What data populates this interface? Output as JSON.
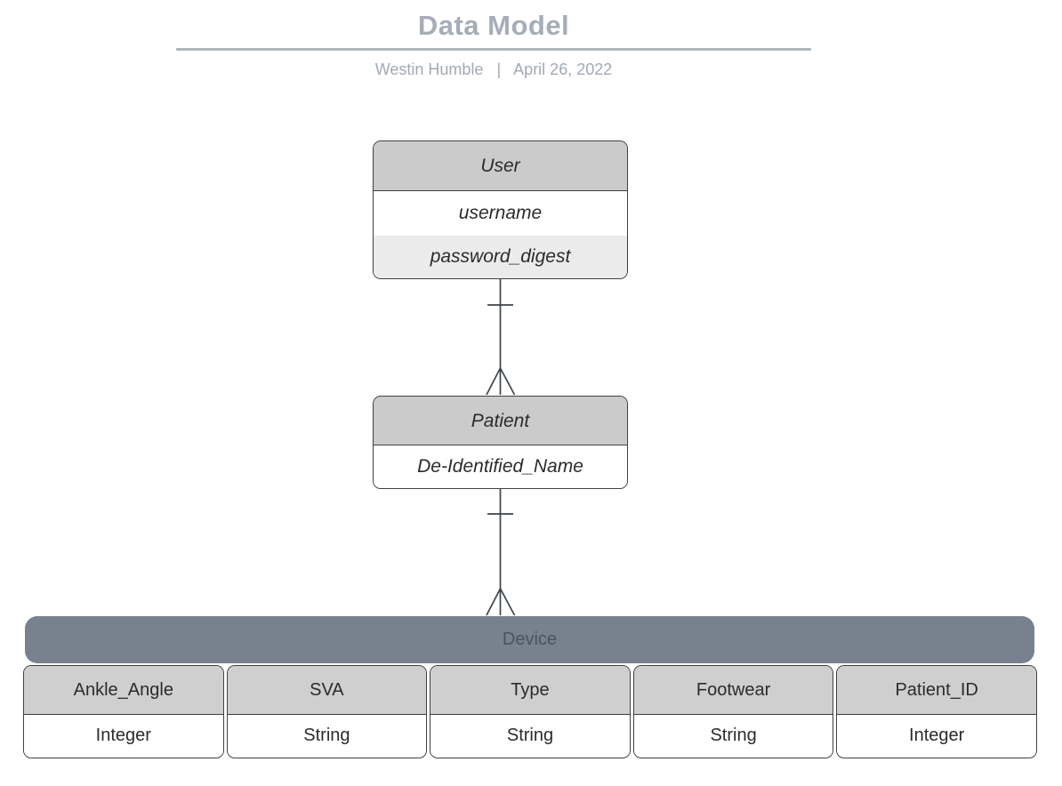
{
  "header": {
    "title": "Data Model",
    "byline": {
      "author": "Westin Humble",
      "separator": "|",
      "date": "April 26, 2022"
    }
  },
  "entities": {
    "user": {
      "title": "User",
      "fields": [
        {
          "name": "username"
        },
        {
          "name": "password_digest"
        }
      ]
    },
    "patient": {
      "title": "Patient",
      "fields": [
        {
          "name": "De-Identified_Name"
        }
      ]
    },
    "device": {
      "title": "Device",
      "columns": [
        {
          "name": "Ankle_Angle",
          "type": "Integer"
        },
        {
          "name": "SVA",
          "type": "String"
        },
        {
          "name": "Type",
          "type": "String"
        },
        {
          "name": "Footwear",
          "type": "String"
        },
        {
          "name": "Patient_ID",
          "type": "Integer"
        }
      ]
    }
  },
  "relationships": [
    {
      "from": "User",
      "to": "Patient",
      "cardinality": "one-to-many",
      "notation": "crow-foot"
    },
    {
      "from": "Patient",
      "to": "Device",
      "cardinality": "one-to-many",
      "notation": "crow-foot"
    }
  ],
  "colors": {
    "title_text": "#a6adb8",
    "title_underline": "#b0b6c0",
    "byline_text": "#a3a9b2",
    "entity_header_fill": "#cbcbcb",
    "entity_row_alt_fill": "#ebebeb",
    "entity_border": "#404040",
    "device_bar_fill": "#77828e",
    "device_bar_text": "#4a5460",
    "connector_stroke": "#3d434d",
    "body_text": "#2b2b2b",
    "background": "#ffffff"
  }
}
